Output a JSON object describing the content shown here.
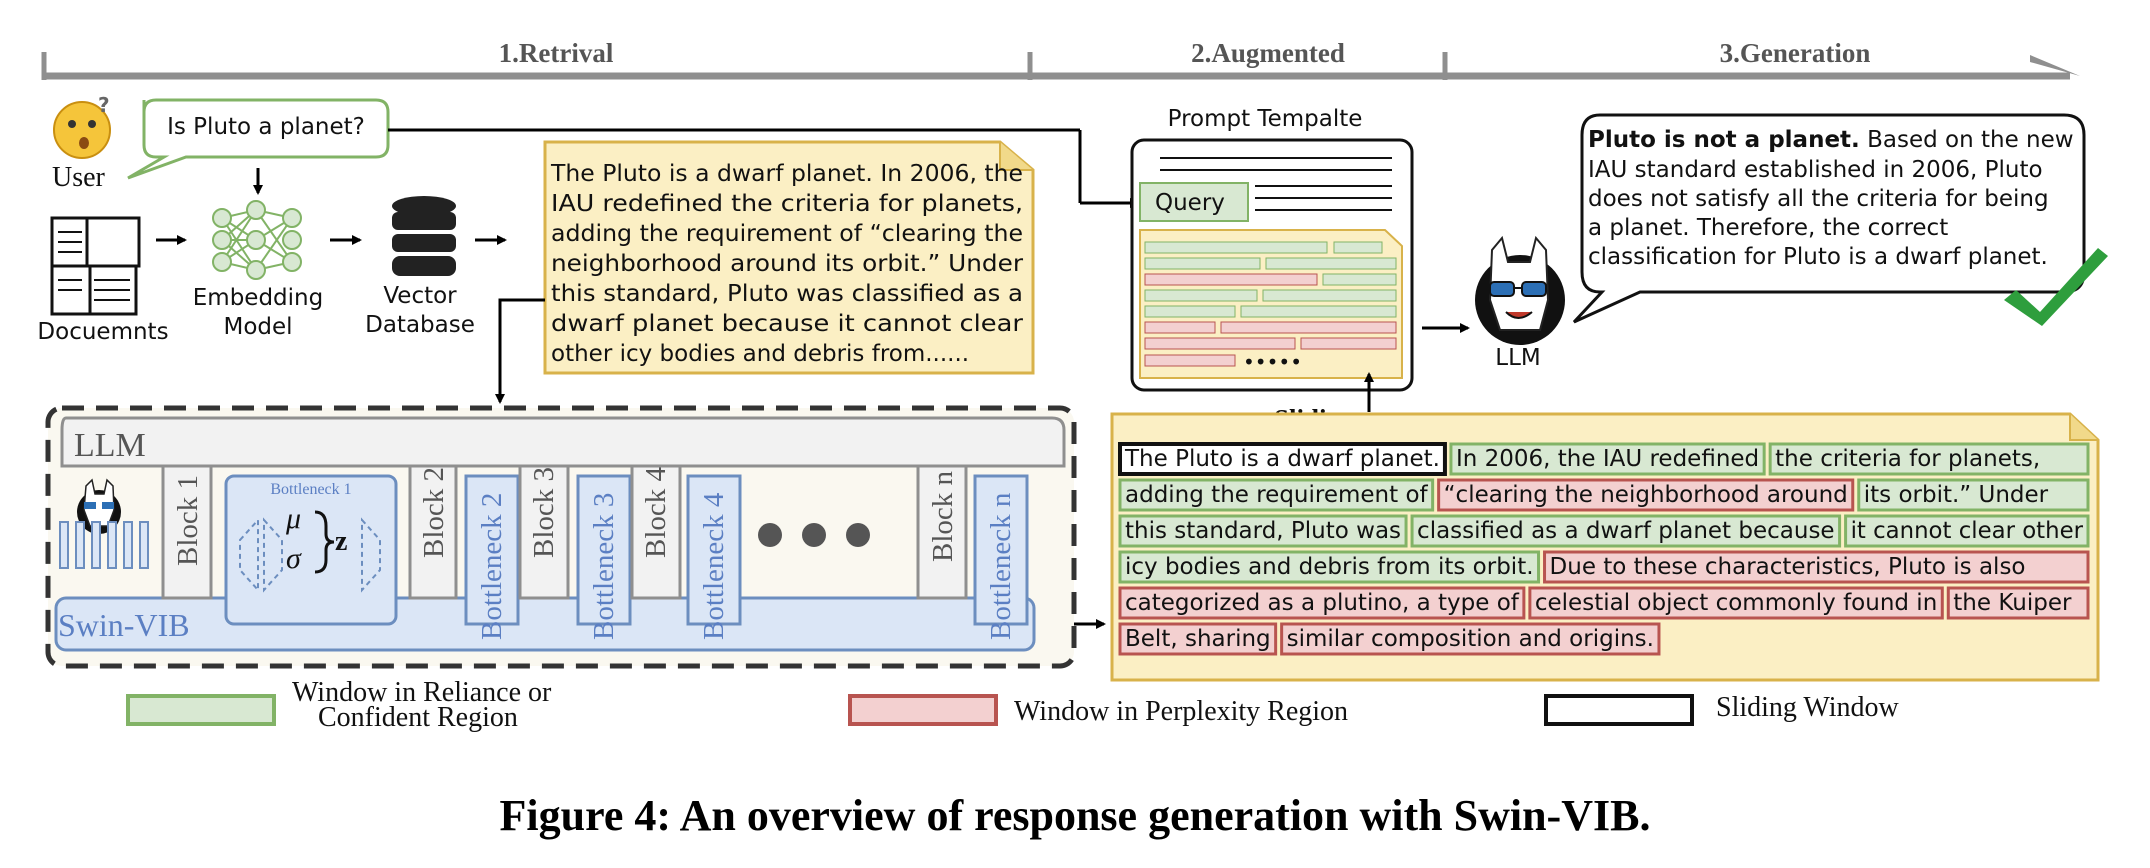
{
  "phases": [
    "1.Retrival",
    "2.Augmented",
    "3.Generation"
  ],
  "user": {
    "label": "User",
    "question": "Is Pluto a planet?"
  },
  "pipeline": {
    "documents": "Docuemnts",
    "embedding": [
      "Embedding",
      "Model"
    ],
    "vector_db": [
      "Vector",
      "Database"
    ]
  },
  "retrieved_doc": [
    "The Pluto is a dwarf planet. In 2006, the",
    "IAU redefined the criteria for planets,",
    "adding the requirement of “clearing the",
    "neighborhood around its orbit.” Under",
    "this standard, Pluto was classified as a",
    "dwarf planet because it cannot clear",
    "other icy bodies and debris from......"
  ],
  "prompt": {
    "title": "Prompt Tempalte",
    "query": "Query",
    "dots": "•••••"
  },
  "llm_label": "LLM",
  "answer": {
    "bold": "Pluto is not a planet.",
    "first_rest": " Based on the new",
    "lines": [
      "IAU standard established in 2006, Pluto",
      "does not satisfy all the criteria for being",
      "a planet. Therefore, the correct",
      "classification for Pluto is a dwarf planet."
    ]
  },
  "model": {
    "llm_title": "LLM",
    "swin_title": "Swin-VIB",
    "bottleneck_top": "Bottleneck 1",
    "mu": "μ",
    "sigma": "σ",
    "z": "z",
    "blocks": [
      "Block 1",
      "Block 2",
      "Block 3",
      "Block 4",
      "Block n"
    ],
    "bottlenecks": [
      "Bottleneck 2",
      "Bottleneck 3",
      "Bottleneck 4",
      "Bottleneck n"
    ]
  },
  "sliding": {
    "label": "Sliding",
    "segments": [
      {
        "text": "The Pluto is a dwarf planet.",
        "kind": "sliding",
        "row": 0
      },
      {
        "text": "In 2006, the IAU redefined",
        "kind": "green",
        "row": 0
      },
      {
        "text": "the criteria for planets,",
        "kind": "green",
        "row": 0
      },
      {
        "text": "adding the requirement of",
        "kind": "green",
        "row": 1
      },
      {
        "text": "“clearing the neighborhood around",
        "kind": "red",
        "row": 1
      },
      {
        "text": "its orbit.” Under",
        "kind": "green",
        "row": 1
      },
      {
        "text": "this standard, Pluto was",
        "kind": "green",
        "row": 2
      },
      {
        "text": "classified as a dwarf planet because",
        "kind": "green",
        "row": 2
      },
      {
        "text": "it cannot clear other",
        "kind": "green",
        "row": 2
      },
      {
        "text": "icy bodies and debris from its orbit.",
        "kind": "green",
        "row": 3
      },
      {
        "text": "Due to these characteristics, Pluto is also",
        "kind": "red",
        "row": 3
      },
      {
        "text": "categorized as a plutino, a type of",
        "kind": "red",
        "row": 4
      },
      {
        "text": "celestial object commonly found in",
        "kind": "red",
        "row": 4
      },
      {
        "text": "the Kuiper",
        "kind": "red",
        "row": 4
      },
      {
        "text": "Belt, sharing",
        "kind": "red",
        "row": 5
      },
      {
        "text": "similar composition and origins.",
        "kind": "red",
        "row": 5
      }
    ]
  },
  "legend": {
    "green": [
      "Window in Reliance or",
      "Confident Region"
    ],
    "red": "Window in Perplexity Region",
    "black": "Sliding Window"
  },
  "caption": "Figure 4: An overview of response generation with Swin-VIB.",
  "colors": {
    "green_fill": "#d8e8d2",
    "green_stroke": "#82b366",
    "red_fill": "#f3d0d0",
    "red_stroke": "#b85450",
    "doc_fill": "#fbefc4",
    "doc_stroke": "#d8b24a",
    "blue_fill": "#dbe6f6",
    "blue_stroke": "#6c8ebf",
    "gray": "#8f8f8f"
  }
}
